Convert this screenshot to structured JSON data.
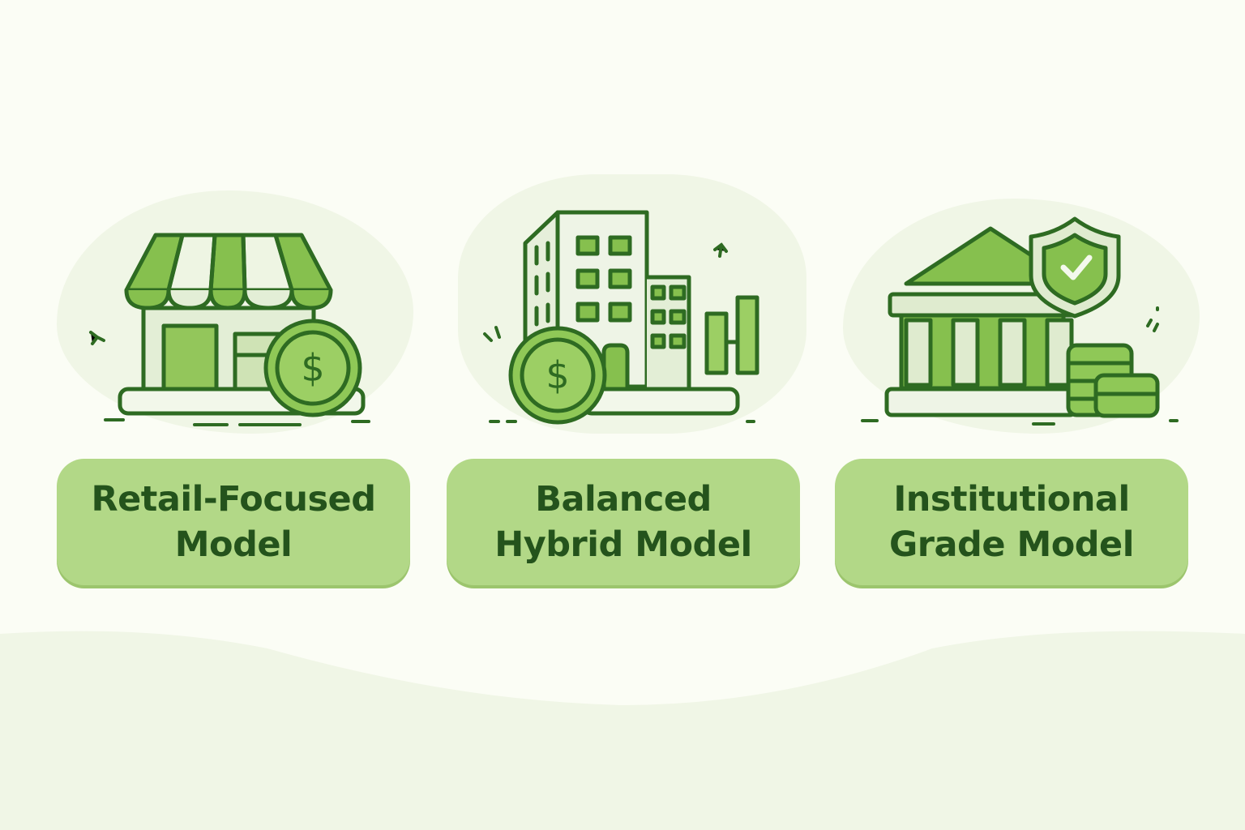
{
  "colors": {
    "background": "#fbfdf5",
    "card_fill": "#b2d887",
    "card_text": "#24531c",
    "outline": "#2e6b22",
    "icon_fill_strong": "#7fbf4a",
    "icon_fill_light": "#d9eac4",
    "wave": "#f0f6e6"
  },
  "models": [
    {
      "id": "retail",
      "icon": "storefront-with-dollar-coin-icon",
      "label_line1": "Retail-Focused",
      "label_line2": "Model"
    },
    {
      "id": "hybrid",
      "icon": "office-buildings-with-coin-and-bar-chart-icon",
      "label_line1": "Balanced",
      "label_line2": "Hybrid Model"
    },
    {
      "id": "institutional",
      "icon": "bank-with-shield-and-coin-stacks-icon",
      "label_line1": "Institutional",
      "label_line2": "Grade Model"
    }
  ]
}
